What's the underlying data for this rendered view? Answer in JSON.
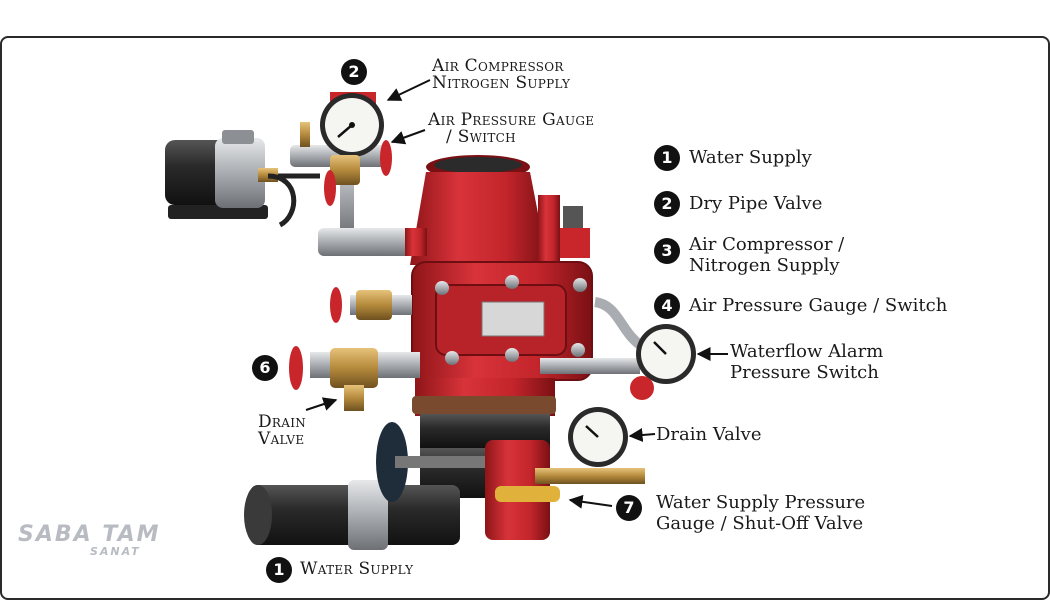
{
  "legend": [
    {
      "num": "1",
      "text": "Water Supply"
    },
    {
      "num": "2",
      "text": "Dry Pipe Valve"
    },
    {
      "num": "3",
      "line1": "Air Compressor /",
      "line2": "Nitrogen Supply"
    },
    {
      "num": "4",
      "text": "Air Pressure Gauge / Switch"
    }
  ],
  "callouts": {
    "compressor": {
      "num": "2",
      "line1": "Air Compressor",
      "line2": "Nitrogen Supply"
    },
    "air_gauge": {
      "line1": "Air Pressure Gauge",
      "line2": "/ Switch"
    },
    "waterflow": {
      "line1": "Waterflow Alarm",
      "line2": "Pressure Switch"
    },
    "drain_left": {
      "num": "6",
      "line1": "Drain",
      "line2": "Valve"
    },
    "drain_right": {
      "text": "Drain Valve"
    },
    "supply_gauge": {
      "num": "7",
      "line1": "Water Supply Pressure",
      "line2": "Gauge / Shut-Off Valve"
    },
    "water_supply": {
      "num": "1",
      "text": "Water Supply"
    }
  },
  "watermark": {
    "main": "SABA TAM",
    "sub": "SANAT"
  },
  "colors": {
    "valve_red": "#c8262b",
    "brass": "#b58a3c",
    "iron": "#2b2b2b",
    "steel": "#a9acb0"
  }
}
